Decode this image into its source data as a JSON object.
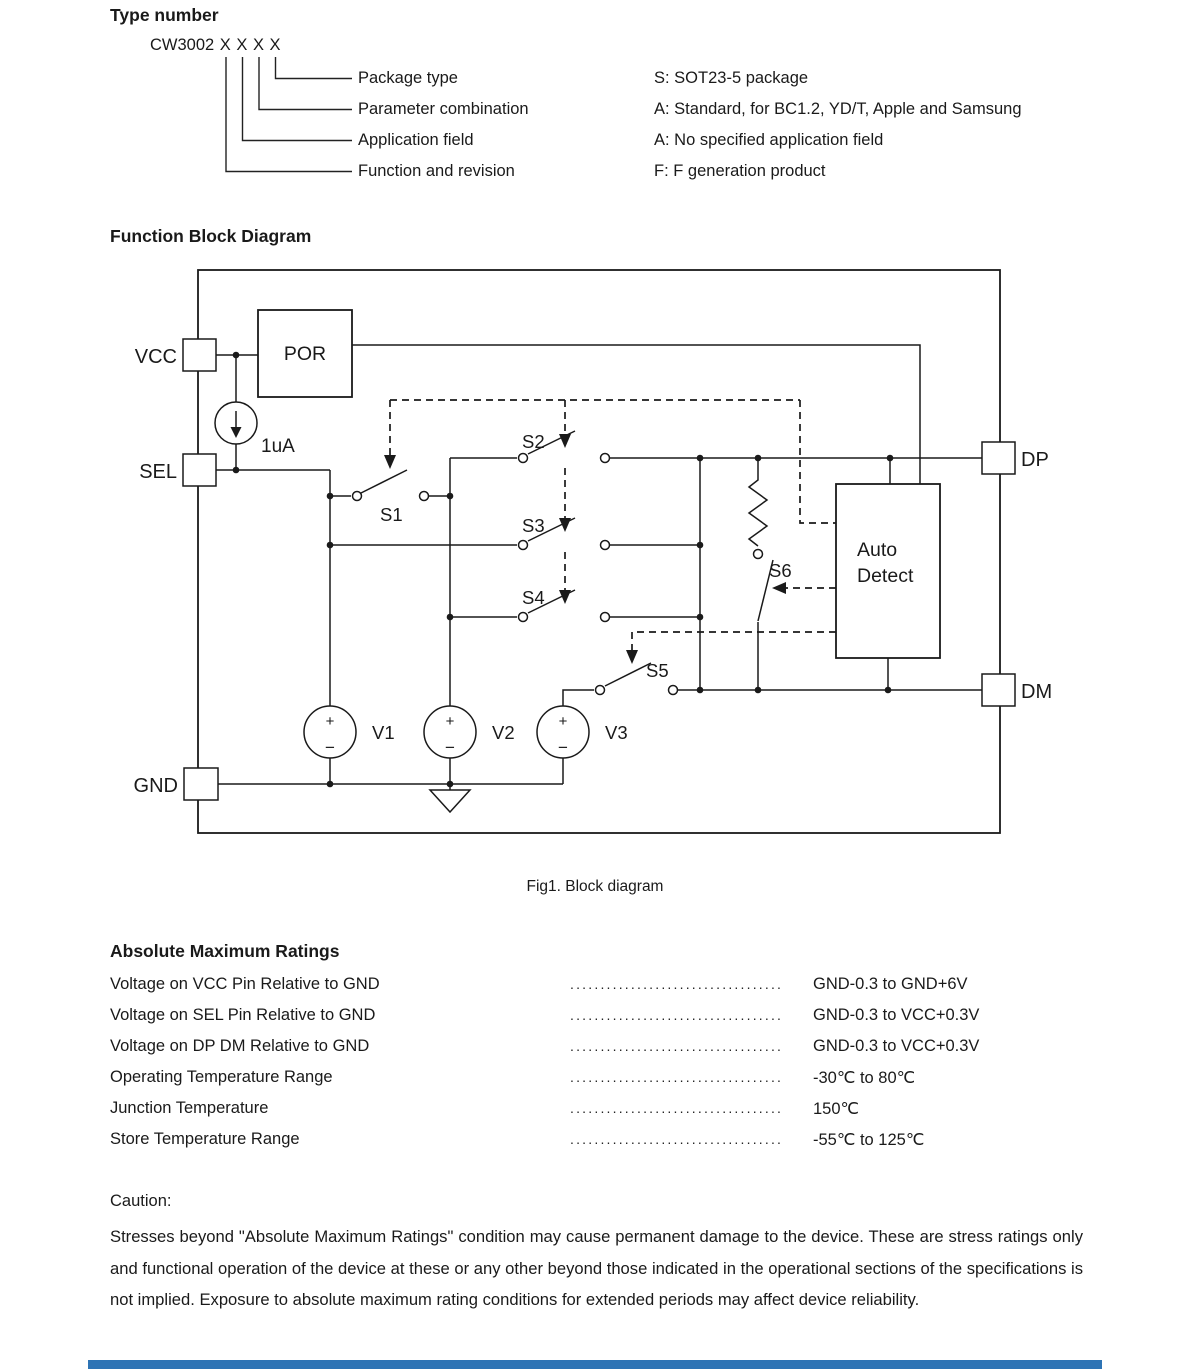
{
  "type_number": {
    "heading": "Type number",
    "part_code": "CW3002 X X X X",
    "fields": [
      {
        "label": "Package type",
        "value": "S: SOT23-5 package"
      },
      {
        "label": "Parameter combination",
        "value": "A: Standard, for BC1.2, YD/T, Apple and Samsung"
      },
      {
        "label": "Application field",
        "value": "A: No specified application field"
      },
      {
        "label": "Function and revision",
        "value": "F: F generation product"
      }
    ]
  },
  "diagram": {
    "heading": "Function Block Diagram",
    "caption": "Fig1. Block diagram",
    "pins": {
      "vcc": "VCC",
      "sel": "SEL",
      "gnd": "GND",
      "dp": "DP",
      "dm": "DM"
    },
    "blocks": {
      "por": "POR",
      "auto": "Auto",
      "detect": "Detect"
    },
    "labels": {
      "current_source": "1uA",
      "s1": "S1",
      "s2": "S2",
      "s3": "S3",
      "s4": "S4",
      "s5": "S5",
      "s6": "S6",
      "v1": "V1",
      "v2": "V2",
      "v3": "V3",
      "plus": "+",
      "minus": "−"
    }
  },
  "abs_max": {
    "heading": "Absolute Maximum Ratings",
    "leader": "............................................",
    "rows": [
      {
        "param": "Voltage on VCC Pin Relative to GND",
        "value": "GND-0.3 to GND+6V"
      },
      {
        "param": "Voltage on SEL Pin Relative to GND",
        "value": "GND-0.3 to VCC+0.3V"
      },
      {
        "param": "Voltage on DP DM Relative to GND",
        "value": "GND-0.3 to VCC+0.3V"
      },
      {
        "param": "Operating Temperature Range",
        "value": "-30℃ to 80℃"
      },
      {
        "param": "Junction Temperature",
        "value": "150℃"
      },
      {
        "param": "Store Temperature Range",
        "value": "-55℃ to 125℃"
      }
    ]
  },
  "caution": {
    "label": "Caution:",
    "text": "Stresses beyond \"Absolute Maximum Ratings\" condition may cause permanent damage to the device. These are stress ratings only and functional operation of the device at these or any other beyond those indicated in the operational sections of the specifications is not implied. Exposure to absolute maximum rating conditions for extended periods may affect device reliability."
  },
  "footer": {
    "bar_color": "#2e74b5"
  }
}
